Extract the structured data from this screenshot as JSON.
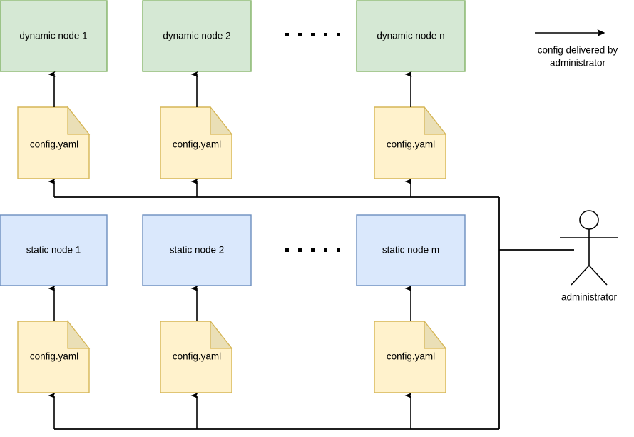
{
  "diagram": {
    "title": "config delivered by administrator",
    "colors": {
      "dynamic_node_fill": "#d5e8d4",
      "dynamic_node_stroke": "#82b366",
      "static_node_fill": "#dae8fc",
      "static_node_stroke": "#6c8ebf",
      "document_fill": "#ffe6cc",
      "document_fill_light": "#fff2cc",
      "document_stroke": "#d6b656",
      "document_fold_fill": "#eadfb6",
      "line_color": "#000000",
      "text_color": "#000000",
      "background": "#ffffff"
    },
    "dynamic_nodes": [
      {
        "label": "dynamic node 1"
      },
      {
        "label": "dynamic node 2"
      },
      {
        "label": "dynamic node n"
      }
    ],
    "static_nodes": [
      {
        "label": "static node 1"
      },
      {
        "label": "static node 2"
      },
      {
        "label": "static node m"
      }
    ],
    "dynamic_documents": [
      {
        "label": "config.yaml"
      },
      {
        "label": "config.yaml"
      },
      {
        "label": "config.yaml"
      }
    ],
    "static_documents": [
      {
        "label": "config.yaml"
      },
      {
        "label": "config.yaml"
      },
      {
        "label": "config.yaml"
      }
    ],
    "ellipsis": {
      "dynamic_row": ". . . . .",
      "static_row": ". . . . .",
      "dot_count": 5
    },
    "actor": {
      "label": "administrator",
      "icon": "stick-figure-actor-icon"
    },
    "legend": {
      "arrow_icon": "right-arrow-icon",
      "line1": "config delivered by",
      "line2": "administrator"
    }
  }
}
